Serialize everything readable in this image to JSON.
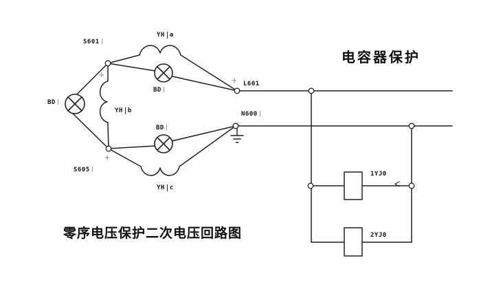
{
  "titles": {
    "section": "电容器保护",
    "caption": "零序电压保护二次电压回路图"
  },
  "labels": {
    "s601": "S601",
    "s605": "S605",
    "bd_left": "BD",
    "bd_a": "BD",
    "bd_c": "BD",
    "l601": "L601",
    "n600": "N600",
    "relay1": "1YJ0",
    "relay2": "2YJ0",
    "yh_a": {
      "name": "YH",
      "phase": "a"
    },
    "yh_b": {
      "name": "YH",
      "phase": "b"
    },
    "yh_c": {
      "name": "YH",
      "phase": "c"
    }
  },
  "colors": {
    "wire": "#222222",
    "background": "#fdfdfd",
    "mark": "#8a8a8a"
  }
}
